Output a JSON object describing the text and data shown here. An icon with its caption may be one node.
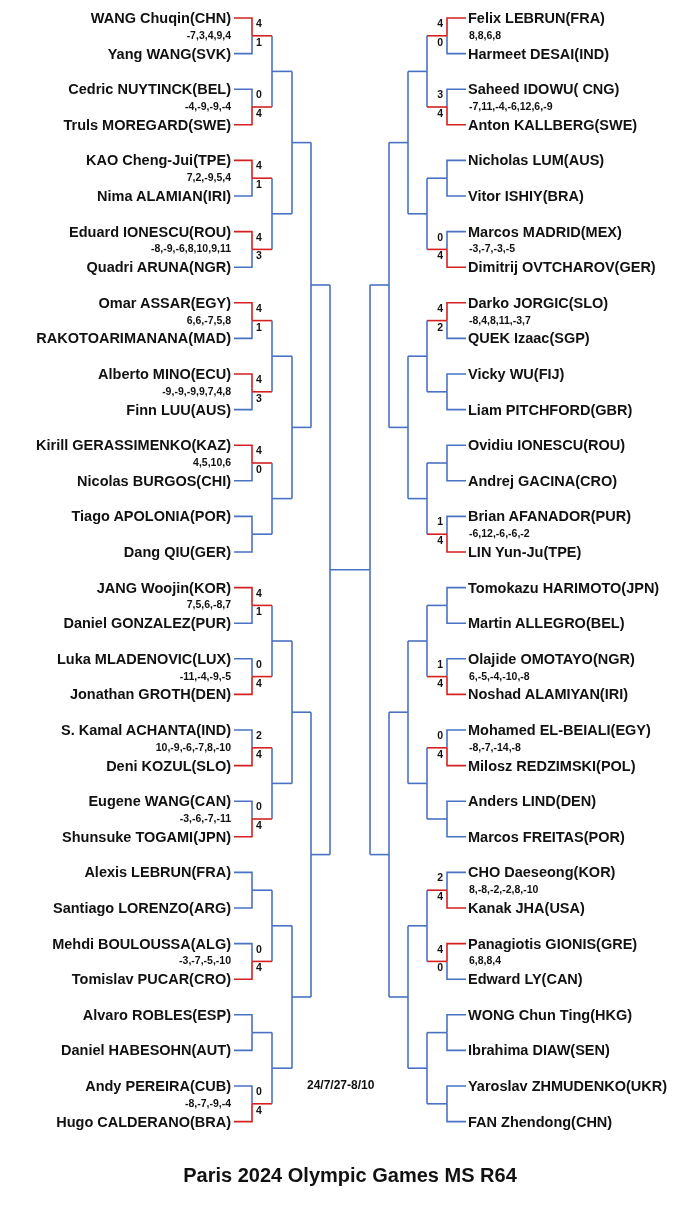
{
  "diagram": {
    "title": "Paris 2024 Olympic Games MS R64",
    "labels": [
      "WANG Chuqin(CHN)",
      "4",
      "-7,3,4,9,4",
      "1",
      "Yang WANG(SVK)",
      "Cedric NUYTINCK(BEL)",
      "0",
      "-4,-9,-9,-4",
      "4",
      "Truls MOREGARD(SWE)",
      "KAO Cheng-Jui(TPE)",
      "4",
      "7,2,-9,5,4",
      "1",
      "Nima ALAMIAN(IRI)",
      "Eduard IONESCU(ROU)",
      "4",
      "-8,-9,-6,8,10,9,11",
      "3",
      "Quadri ARUNA(NGR)",
      "Omar ASSAR(EGY)",
      "4",
      "6,6,-7,5,8",
      "1",
      "RAKOTOARIMANANA(MAD)",
      "Alberto MINO(ECU)",
      "4",
      "-9,-9,-9,9,7,4,8",
      "3",
      "Finn LUU(AUS)",
      "Kirill GERASSIMENKO(KAZ)",
      "4",
      "4,5,10,6",
      "0",
      "Nicolas BURGOS(CHI)",
      "Tiago APOLONIA(POR)",
      "Dang QIU(GER)",
      "JANG Woojin(KOR)",
      "4",
      "7,5,6,-8,7",
      "1",
      "Daniel GONZALEZ(PUR)",
      "Luka MLADENOVIC(LUX)",
      "0",
      "-11,-4,-9,-5",
      "4",
      "Jonathan GROTH(DEN)",
      "S. Kamal ACHANTA(IND)",
      "2",
      "10,-9,-6,-7,8,-10",
      "4",
      "Deni KOZUL(SLO)",
      "Eugene WANG(CAN)",
      "0",
      "-3,-6,-7,-11",
      "4",
      "Shunsuke TOGAMI(JPN)",
      "Alexis LEBRUN(FRA)",
      "Santiago LORENZO(ARG)",
      "Mehdi BOULOUSSA(ALG)",
      "0",
      "-3,-7,-5,-10",
      "4",
      "Tomislav PUCAR(CRO)",
      "Alvaro ROBLES(ESP)",
      "Daniel HABESOHN(AUT)",
      "Andy PEREIRA(CUB)",
      "0",
      "-8,-7,-9,-4",
      "4",
      "Hugo CALDERANO(BRA)",
      "Felix LEBRUN(FRA)",
      "4",
      "8,8,6,8",
      "0",
      "Harmeet DESAI(IND)",
      "Saheed IDOWU( CNG)",
      "3",
      "-7,11,-4,-6,12,6,-9",
      "4",
      "Anton KALLBERG(SWE)",
      "Nicholas LUM(AUS)",
      "Vitor ISHIY(BRA)",
      "Marcos MADRID(MEX)",
      "0",
      "-3,-7,-3,-5",
      "4",
      "Dimitrij OVTCHAROV(GER)",
      "Darko JORGIC(SLO)",
      "4",
      "-8,4,8,11,-3,7",
      "2",
      "QUEK Izaac(SGP)",
      "Vicky WU(FIJ)",
      "Liam PITCHFORD(GBR)",
      "Ovidiu IONESCU(ROU)",
      "Andrej GACINA(CRO)",
      "Brian AFANADOR(PUR)",
      "1",
      "-6,12,-6,-6,-2",
      "4",
      "LIN Yun-Ju(TPE)",
      "Tomokazu HARIMOTO(JPN)",
      "Martin ALLEGRO(BEL)",
      "Olajide OMOTAYO(NGR)",
      "1",
      "6,-5,-4,-10,-8",
      "4",
      "Noshad ALAMIYAN(IRI)",
      "Mohamed EL-BEIALI(EGY)",
      "0",
      "-8,-7,-14,-8",
      "4",
      "Milosz REDZIMSKI(POL)",
      "Anders LIND(DEN)",
      "Marcos FREITAS(POR)",
      "CHO Daeseong(KOR)",
      "2",
      "8,-8,-2,-2,8,-10",
      "4",
      "Kanak JHA(USA)",
      "Panagiotis GIONIS(GRE)",
      "4",
      "6,8,8,4",
      "0",
      "Edward LY(CAN)",
      "WONG Chun Ting(HKG)",
      "Ibrahima DIAW(SEN)",
      "Yaroslav ZHMUDENKO(UKR)",
      "FAN Zhendong(CHN)",
      "24/7/27-8/10"
    ]
  }
}
